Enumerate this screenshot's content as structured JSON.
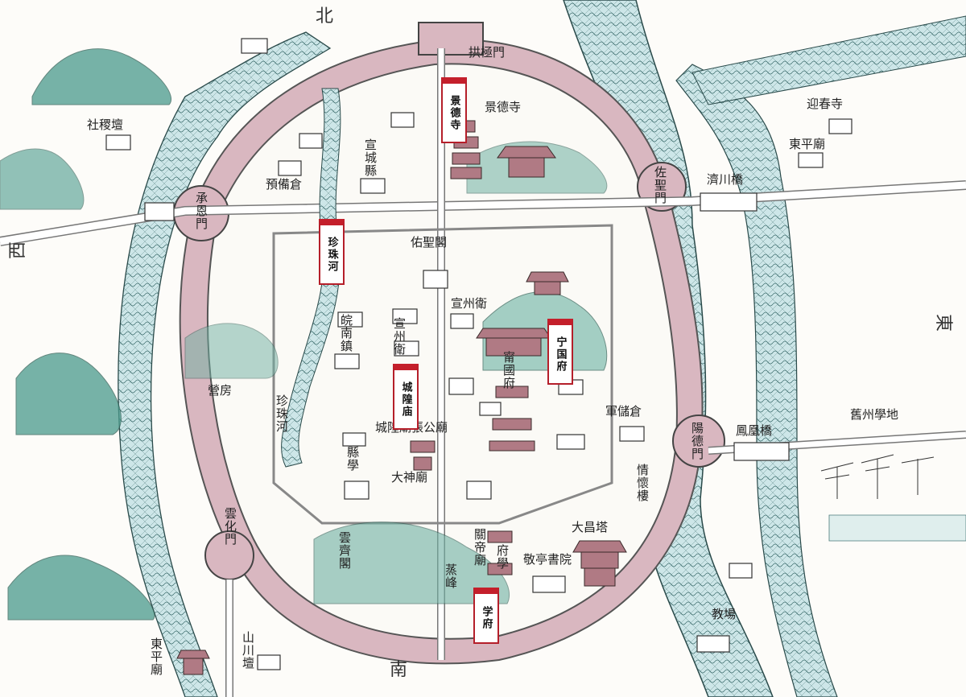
{
  "colors": {
    "wall": "#d9b7c0",
    "wall_line": "#555555",
    "river": "#c9e3e6",
    "mountain": "#4a9a8c",
    "building_red": "#b07a84",
    "tag_red": "#c41f2b"
  },
  "compass": {
    "north": "北",
    "south": "南",
    "east": "東",
    "west": "西"
  },
  "highlight_tags": [
    {
      "id": "jingde-temple",
      "text": "景德寺"
    },
    {
      "id": "zhenzhu-river",
      "text": "珍珠河"
    },
    {
      "id": "ningguo-prefecture",
      "text": "宁国府"
    },
    {
      "id": "chenghuang-temple",
      "text": "城隍庙"
    },
    {
      "id": "prefecture-school",
      "text": "学府"
    }
  ],
  "place_labels": [
    {
      "id": "gongji-gate",
      "text": "拱極門",
      "orient": "h"
    },
    {
      "id": "jingde-temple-label",
      "text": "景德寺",
      "orient": "h"
    },
    {
      "id": "zuobei-gate",
      "text": "佐聖門",
      "orient": "v"
    },
    {
      "id": "jiqiao-bridge",
      "text": "濟川橋",
      "orient": "h"
    },
    {
      "id": "yingchun-temple",
      "text": "迎春寺",
      "orient": "h"
    },
    {
      "id": "dongping-temple-ne",
      "text": "東平廟",
      "orient": "h"
    },
    {
      "id": "sheji-altar",
      "text": "社稷壇",
      "orient": "h"
    },
    {
      "id": "chengsi-gate",
      "text": "承恩門",
      "orient": "v"
    },
    {
      "id": "xuancheng-county",
      "text": "宣城縣",
      "orient": "v"
    },
    {
      "id": "yubei-granary",
      "text": "預備倉",
      "orient": "h"
    },
    {
      "id": "youyi-gate",
      "text": "佑聖閣",
      "orient": "h"
    },
    {
      "id": "xuanzhou-guard",
      "text": "宣州衛",
      "orient": "h"
    },
    {
      "id": "xuanzhou-guard-2",
      "text": "宣州衛",
      "orient": "v"
    },
    {
      "id": "wannan-town",
      "text": "皖南鎮",
      "orient": "v"
    },
    {
      "id": "ningguo-fu-label",
      "text": "甯國府",
      "orient": "v"
    },
    {
      "id": "zhenzhu-river-label",
      "text": "珍珠河",
      "orient": "v"
    },
    {
      "id": "barracks",
      "text": "營房",
      "orient": "h"
    },
    {
      "id": "zhangling-temple",
      "text": "城隍廟張公廟",
      "orient": "h"
    },
    {
      "id": "county-school",
      "text": "縣學",
      "orient": "v"
    },
    {
      "id": "dashen-temple",
      "text": "大神廟",
      "orient": "h"
    },
    {
      "id": "junchu-granary",
      "text": "軍儲倉",
      "orient": "h"
    },
    {
      "id": "fenghuang-bridge",
      "text": "鳳凰橋",
      "orient": "h"
    },
    {
      "id": "yangde-gate",
      "text": "陽德門",
      "orient": "v"
    },
    {
      "id": "qinghuai-tower",
      "text": "情懷樓",
      "orient": "v"
    },
    {
      "id": "jiu-xuezhou",
      "text": "舊州學地",
      "orient": "h"
    },
    {
      "id": "taichang-pavilion",
      "text": "大昌塔",
      "orient": "h"
    },
    {
      "id": "jingting",
      "text": "敬亭書院",
      "orient": "h"
    },
    {
      "id": "fu-school",
      "text": "府學",
      "orient": "v"
    },
    {
      "id": "guandi-temple",
      "text": "關帝廟",
      "orient": "v"
    },
    {
      "id": "yonghua-gate",
      "text": "雲化門",
      "orient": "v"
    },
    {
      "id": "yunqi-pavilion",
      "text": "雲齊閣",
      "orient": "v"
    },
    {
      "id": "jingting-peak",
      "text": "蒸峰",
      "orient": "v"
    },
    {
      "id": "shanchuan-altar",
      "text": "山川壇",
      "orient": "v"
    },
    {
      "id": "dongping-temple-sw",
      "text": "東平廟",
      "orient": "v"
    },
    {
      "id": "jiaochang",
      "text": "教場",
      "orient": "h"
    }
  ]
}
